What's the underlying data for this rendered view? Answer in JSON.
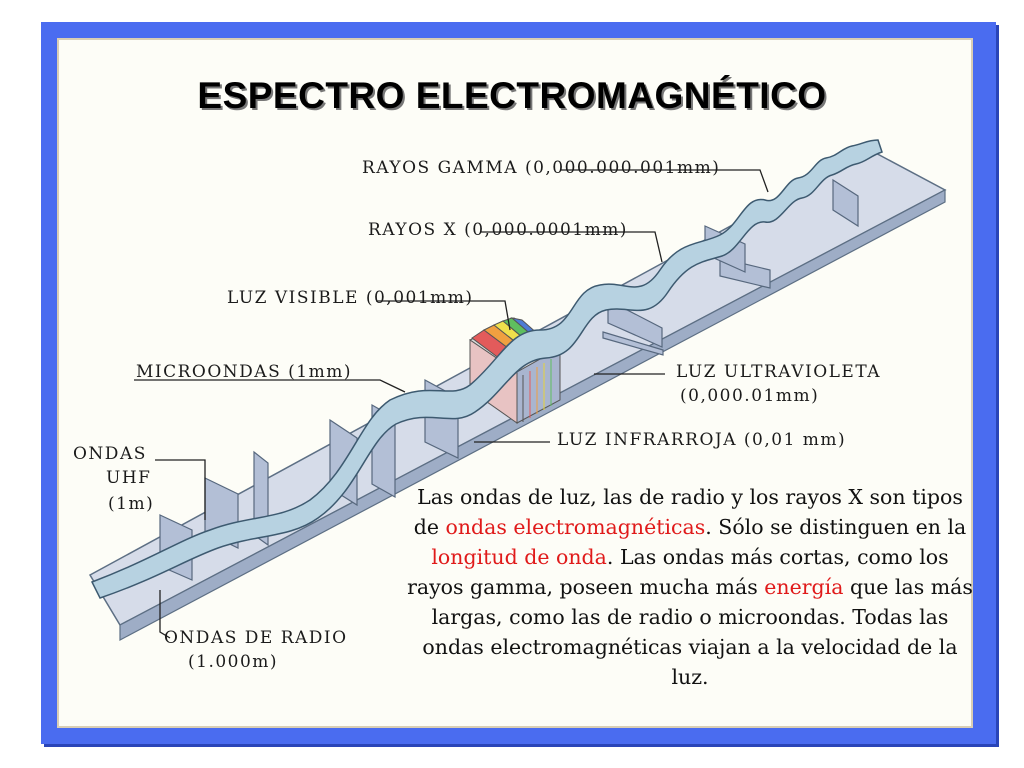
{
  "title": "ESPECTRO ELECTROMAGNÉTICO",
  "labels": {
    "rayos_gamma": "RAYOS GAMMA (0,000.000.001mm)",
    "rayos_x": "RAYOS X (0,000.0001mm)",
    "luz_visible": "LUZ VISIBLE (0,001mm)",
    "microondas": "MICROONDAS (1mm)",
    "luz_ultravioleta_1": "LUZ ULTRAVIOLETA",
    "luz_ultravioleta_2": "(0,000.01mm)",
    "luz_infrarroja": "LUZ INFRARROJA (0,01 mm)",
    "ondas_uhf_1": "ONDAS",
    "ondas_uhf_2": "UHF",
    "ondas_uhf_3": "(1m)",
    "ondas_radio_1": "ONDAS DE RADIO",
    "ondas_radio_2": "(1.000m)"
  },
  "description": {
    "p1": "Las ondas de luz, las de radio y los rayos X son tipos de ",
    "h1": "ondas electromagnéticas",
    "p2": ". Sólo se distinguen en la ",
    "h2": "longitud de onda",
    "p3": ". Las ondas más cortas, como los rayos gamma, poseen mucha más ",
    "h3": "energía",
    "p4": " que las más largas, como las de radio o microondas. Todas las ondas electromagnéticas viajan a la velocidad de la luz."
  },
  "colors": {
    "frame": "#4a6cf0",
    "ramp": "#d5dbe8",
    "wave": "#a9c6d8",
    "highlight": "#e01a1a"
  }
}
